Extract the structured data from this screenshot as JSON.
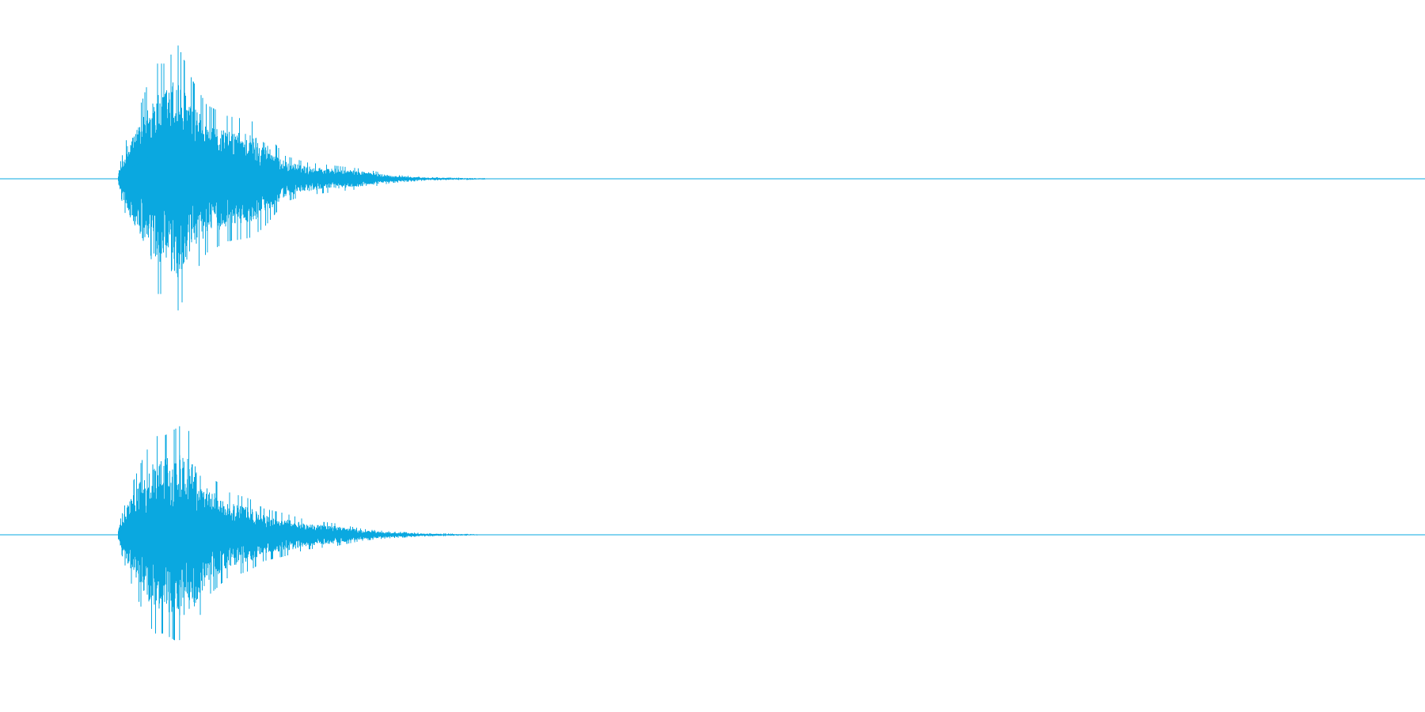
{
  "colors": {
    "background": "#ffffff",
    "waveform": "#0aa8e0"
  },
  "chart_data": {
    "type": "area",
    "title": "",
    "xlabel": "",
    "ylabel": "",
    "grid": false,
    "legend": "none",
    "channels": 2,
    "ylim": [
      -1,
      1
    ],
    "x_range_fraction": [
      0,
      1
    ],
    "series": [
      {
        "channel": 1,
        "onset_fraction": 0.083,
        "peak_fraction": 0.125,
        "decay_end_fraction": 0.34,
        "peak_amplitude_pos": 0.81,
        "peak_amplitude_neg": -0.8,
        "envelope": [
          [
            0.083,
            0.05
          ],
          [
            0.09,
            0.28
          ],
          [
            0.1,
            0.48
          ],
          [
            0.108,
            0.7
          ],
          [
            0.115,
            0.7
          ],
          [
            0.125,
            0.81
          ],
          [
            0.135,
            0.6
          ],
          [
            0.145,
            0.45
          ],
          [
            0.16,
            0.38
          ],
          [
            0.175,
            0.36
          ],
          [
            0.185,
            0.3
          ],
          [
            0.2,
            0.14
          ],
          [
            0.215,
            0.1
          ],
          [
            0.235,
            0.08
          ],
          [
            0.255,
            0.06
          ],
          [
            0.275,
            0.025
          ],
          [
            0.3,
            0.01
          ],
          [
            0.34,
            0.005
          ]
        ]
      },
      {
        "channel": 2,
        "onset_fraction": 0.083,
        "peak_fraction": 0.126,
        "decay_end_fraction": 0.335,
        "peak_amplitude_pos": 0.66,
        "peak_amplitude_neg": -0.64,
        "envelope": [
          [
            0.083,
            0.05
          ],
          [
            0.09,
            0.25
          ],
          [
            0.1,
            0.46
          ],
          [
            0.108,
            0.6
          ],
          [
            0.115,
            0.6
          ],
          [
            0.126,
            0.66
          ],
          [
            0.135,
            0.62
          ],
          [
            0.145,
            0.38
          ],
          [
            0.16,
            0.26
          ],
          [
            0.175,
            0.22
          ],
          [
            0.185,
            0.16
          ],
          [
            0.2,
            0.13
          ],
          [
            0.215,
            0.09
          ],
          [
            0.235,
            0.07
          ],
          [
            0.255,
            0.035
          ],
          [
            0.275,
            0.02
          ],
          [
            0.3,
            0.01
          ],
          [
            0.335,
            0.004
          ]
        ]
      }
    ]
  }
}
